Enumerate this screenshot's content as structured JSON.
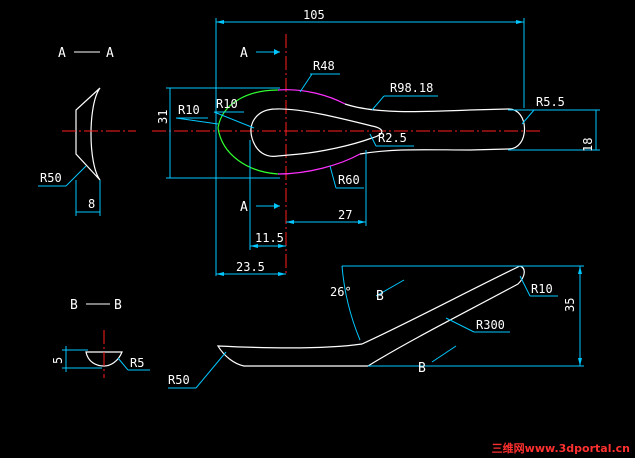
{
  "section_labels": {
    "aa_left": "A",
    "aa_right": "A",
    "bb_left": "B",
    "bb_right": "B",
    "cut_a_top": "A",
    "cut_a_bottom": "A",
    "cut_b_top": "B",
    "cut_b_bottom": "B"
  },
  "dimensions": {
    "overall_length": "105",
    "height_31": "31",
    "height_18": "18",
    "dim_27": "27",
    "dim_11_5": "11.5",
    "dim_23_5": "23.5",
    "dim_8": "8",
    "dim_5": "5",
    "dim_35": "35",
    "angle_26": "26°"
  },
  "radii": {
    "r48": "R48",
    "r98": "R98.18",
    "r10_left": "R10",
    "r10_inner": "R10",
    "r5_5": "R5.5",
    "r2_5": "R2.5",
    "r60": "R60",
    "r50_aa": "R50",
    "r5_bb": "R5",
    "r10_side": "R10",
    "r300": "R300",
    "r50_side": "R50"
  },
  "watermark": "三维网www.3dportal.cn",
  "colors": {
    "background": "#000000",
    "dimension": "#00c8ff",
    "centerline": "#ff2020",
    "object": "#ffffff",
    "arc_green": "#30ff30",
    "arc_magenta": "#ff30ff",
    "watermark": "#ff3030"
  }
}
